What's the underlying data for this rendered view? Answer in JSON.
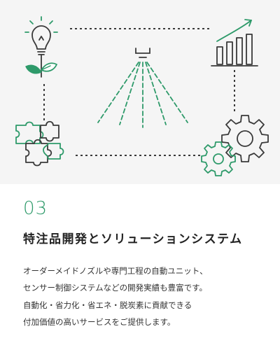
{
  "section": {
    "number": "03",
    "title": "特注品開発とソリューションシステム",
    "description": [
      "オーダーメイドノズルや専門工程の自動ユニット、",
      "センサー制御システムなどの開発実績も豊富です。",
      "自動化・省力化・省エネ・脱炭素に貢献できる",
      "付加価値の高いサービスをご提供します。"
    ]
  },
  "illustration": {
    "icons": [
      "lightbulb-plant-icon",
      "spray-nozzle-icon",
      "growth-chart-icon",
      "puzzle-pieces-icon",
      "gears-icon"
    ],
    "colors": {
      "background": "#f5f5f5",
      "line": "#3a3a3a",
      "accent": "#2e9a6a"
    }
  }
}
